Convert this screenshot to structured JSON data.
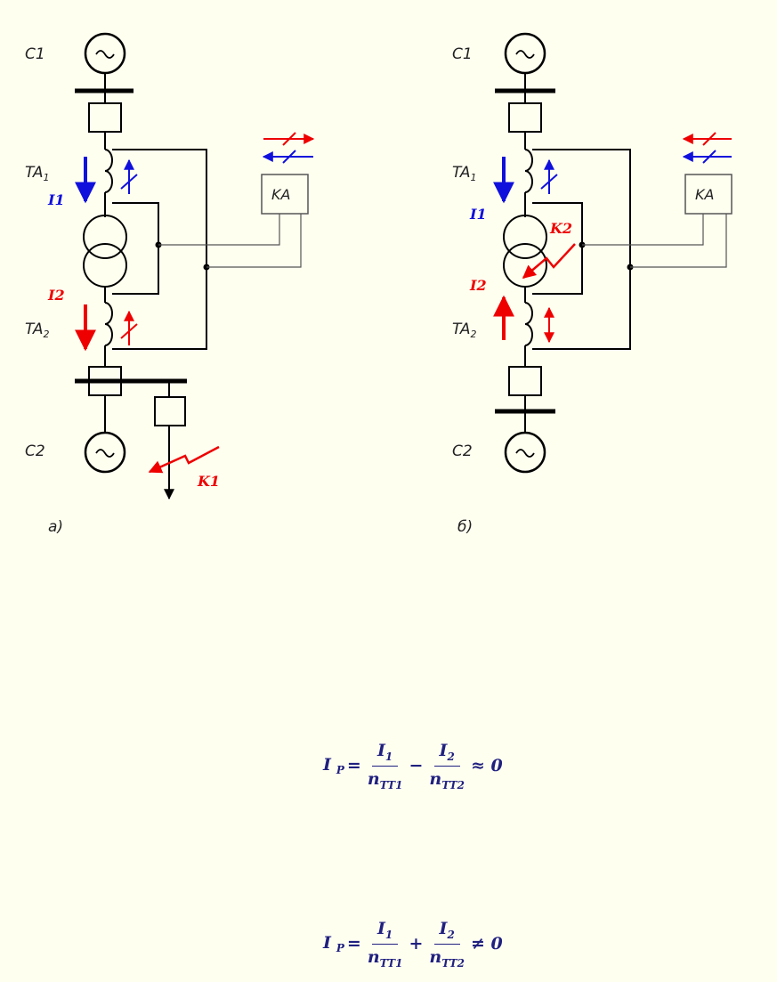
{
  "panel_a": {
    "source_top": "C1",
    "source_bottom": "C2",
    "ct1_prefix": "TA",
    "ct1_index": "1",
    "ct2_prefix": "TA",
    "ct2_index": "2",
    "current1": "I1",
    "current2": "I2",
    "relay": "KA",
    "fault": "K1",
    "caption": "а)"
  },
  "panel_b": {
    "source_top": "C1",
    "source_bottom": "C2",
    "ct1_prefix": "TA",
    "ct1_index": "1",
    "ct2_prefix": "TA",
    "ct2_index": "2",
    "current1": "I1",
    "current2": "I2",
    "relay": "KA",
    "fault": "K2",
    "caption": "б)"
  },
  "formula_external": {
    "lhs": "I",
    "lhs_sub": "P",
    "eq": "=",
    "num1": "I",
    "num1_sub": "1",
    "den1": "n",
    "den1_sub": "TT1",
    "op": "−",
    "num2": "I",
    "num2_sub": "2",
    "den2": "n",
    "den2_sub": "TT2",
    "rel": "≈ 0"
  },
  "formula_internal": {
    "lhs": "I",
    "lhs_sub": "P",
    "eq": "=",
    "num1": "I",
    "num1_sub": "1",
    "den1": "n",
    "den1_sub": "TT1",
    "op": "+",
    "num2": "I",
    "num2_sub": "2",
    "den2": "n",
    "den2_sub": "TT2",
    "rel": "≠ 0"
  },
  "colors": {
    "background": "#fffff0",
    "line": "#000000",
    "relay_wire": "#555555",
    "red": "#ee0000",
    "blue": "#1010dd",
    "formula": "#202080"
  }
}
